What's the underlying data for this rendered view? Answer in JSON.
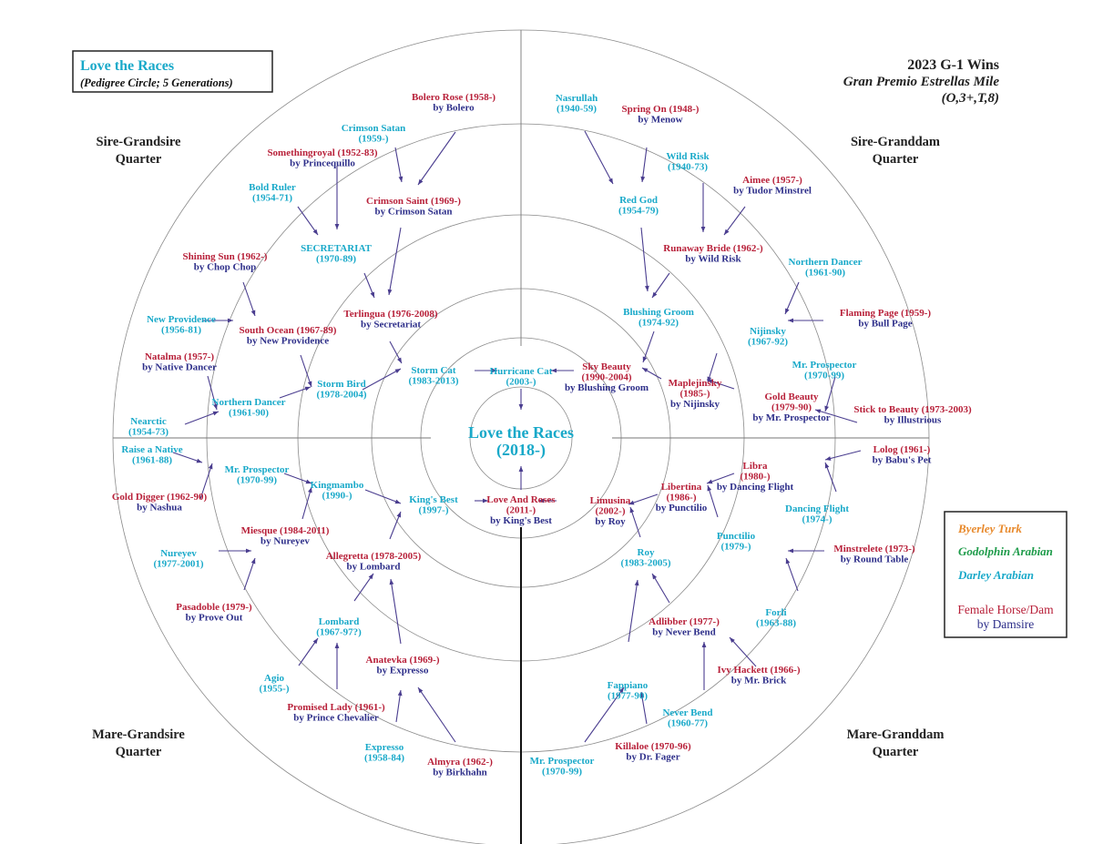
{
  "header": {
    "title": "Love the Races",
    "subtitle": "(Pedigree Circle; 5 Generations)"
  },
  "race": {
    "line1": "2023 G-1 Wins",
    "line2": "Gran Premio Estrellas Mile",
    "line3": "(O,3+,T,8)"
  },
  "quarters": {
    "sire_grandsire": [
      "Sire-Grandsire",
      "Quarter"
    ],
    "sire_granddam": [
      "Sire-Granddam",
      "Quarter"
    ],
    "mare_grandsire": [
      "Mare-Grandsire",
      "Quarter"
    ],
    "mare_granddam": [
      "Mare-Granddam",
      "Quarter"
    ]
  },
  "subject": {
    "name": "Love the Races",
    "years": "(2018-)"
  },
  "legend": {
    "byerley": "Byerley Turk",
    "godolphin": "Godolphin Arabian",
    "darley": "Darley Arabian",
    "female": "Female Horse/Dam",
    "damsire": "by Damsire",
    "colors": {
      "byerley": "#e8892b",
      "godolphin": "#1e9b4a",
      "darley": "#19a9c9",
      "female": "#b8213a",
      "damsire": "#2e2f8a"
    }
  },
  "horses": [
    {
      "sex": "m",
      "lines": [
        "Hurricane Cat",
        "(2003-)"
      ]
    },
    {
      "sex": "f",
      "lines": [
        "Love And Roses",
        "(2011-)",
        "by King's Best"
      ]
    },
    {
      "sex": "m",
      "lines": [
        "Storm Cat",
        "(1983-2013)"
      ]
    },
    {
      "sex": "f",
      "lines": [
        "Sky Beauty",
        "(1990-2004)",
        "by Blushing Groom"
      ]
    },
    {
      "sex": "m",
      "lines": [
        "King's Best",
        "(1997-)"
      ]
    },
    {
      "sex": "f",
      "lines": [
        "Limusina",
        "(2002-)",
        "by Roy"
      ]
    },
    {
      "sex": "m",
      "lines": [
        "Storm Bird",
        "(1978-2004)"
      ]
    },
    {
      "sex": "f",
      "lines": [
        "Terlingua (1976-2008)",
        "by Secretariat"
      ]
    },
    {
      "sex": "m",
      "lines": [
        "Blushing Groom",
        "(1974-92)"
      ]
    },
    {
      "sex": "f",
      "lines": [
        "Maplejinsky",
        "(1985-)",
        "by Nijinsky"
      ]
    },
    {
      "sex": "m",
      "lines": [
        "Kingmambo",
        "(1990-)"
      ]
    },
    {
      "sex": "f",
      "lines": [
        "Allegretta (1978-2005)",
        "by Lombard"
      ]
    },
    {
      "sex": "m",
      "lines": [
        "Roy",
        "(1983-2005)"
      ]
    },
    {
      "sex": "f",
      "lines": [
        "Libertina",
        "(1986-)",
        "by Punctilio"
      ]
    },
    {
      "sex": "m",
      "lines": [
        "Northern Dancer",
        "(1961-90)"
      ]
    },
    {
      "sex": "f",
      "lines": [
        "South Ocean (1967-89)",
        "by New Providence"
      ]
    },
    {
      "sex": "m",
      "lines": [
        "SECRETARIAT",
        "(1970-89)"
      ]
    },
    {
      "sex": "f",
      "lines": [
        "Crimson Saint (1969-)",
        "by Crimson Satan"
      ]
    },
    {
      "sex": "m",
      "lines": [
        "Red God",
        "(1954-79)"
      ]
    },
    {
      "sex": "f",
      "lines": [
        "Runaway Bride (1962-)",
        "by Wild Risk"
      ]
    },
    {
      "sex": "m",
      "lines": [
        "Nijinsky",
        "(1967-92)"
      ]
    },
    {
      "sex": "f",
      "lines": [
        "Gold Beauty",
        "(1979-90)",
        "by Mr. Prospector"
      ]
    },
    {
      "sex": "m",
      "lines": [
        "Mr. Prospector",
        "(1970-99)"
      ]
    },
    {
      "sex": "f",
      "lines": [
        "Miesque (1984-2011)",
        "by Nureyev"
      ]
    },
    {
      "sex": "m",
      "lines": [
        "Lombard",
        "(1967-97?)"
      ]
    },
    {
      "sex": "f",
      "lines": [
        "Anatevka (1969-)",
        "by Expresso"
      ]
    },
    {
      "sex": "m",
      "lines": [
        "Fappiano",
        "(1977-90)"
      ]
    },
    {
      "sex": "f",
      "lines": [
        "Adlibber (1977-)",
        "by Never Bend"
      ]
    },
    {
      "sex": "m",
      "lines": [
        "Punctilio",
        "(1979-)"
      ]
    },
    {
      "sex": "f",
      "lines": [
        "Libra",
        "(1980-)",
        "by Dancing Flight"
      ]
    },
    {
      "sex": "m",
      "lines": [
        "Nearctic",
        "(1954-73)"
      ]
    },
    {
      "sex": "f",
      "lines": [
        "Natalma (1957-)",
        "by Native Dancer"
      ]
    },
    {
      "sex": "m",
      "lines": [
        "New Providence",
        "(1956-81)"
      ]
    },
    {
      "sex": "f",
      "lines": [
        "Shining Sun (1962-)",
        "by Chop Chop"
      ]
    },
    {
      "sex": "m",
      "lines": [
        "Bold Ruler",
        "(1954-71)"
      ]
    },
    {
      "sex": "f",
      "lines": [
        "Somethingroyal (1952-83)",
        "by Princequillo"
      ]
    },
    {
      "sex": "m",
      "lines": [
        "Crimson Satan",
        "(1959-)"
      ]
    },
    {
      "sex": "f",
      "lines": [
        "Bolero Rose (1958-)",
        "by Bolero"
      ]
    },
    {
      "sex": "m",
      "lines": [
        "Nasrullah",
        "(1940-59)"
      ]
    },
    {
      "sex": "f",
      "lines": [
        "Spring On (1948-)",
        "by Menow"
      ]
    },
    {
      "sex": "m",
      "lines": [
        "Wild Risk",
        "(1940-73)"
      ]
    },
    {
      "sex": "f",
      "lines": [
        "Aimee (1957-)",
        "by Tudor Minstrel"
      ]
    },
    {
      "sex": "m",
      "lines": [
        "Northern Dancer",
        "(1961-90)"
      ]
    },
    {
      "sex": "f",
      "lines": [
        "Flaming Page (1959-)",
        "by Bull Page"
      ]
    },
    {
      "sex": "m",
      "lines": [
        "Mr. Prospector",
        "(1970-99)"
      ]
    },
    {
      "sex": "f",
      "lines": [
        "Stick to Beauty (1973-2003)",
        "by Illustrious"
      ]
    },
    {
      "sex": "f",
      "lines": [
        "Lolog (1961-)",
        "by Babu's Pet"
      ]
    },
    {
      "sex": "m",
      "lines": [
        "Dancing Flight",
        "(1974-)"
      ]
    },
    {
      "sex": "f",
      "lines": [
        "Minstrelete (1973-)",
        "by Round Table"
      ]
    },
    {
      "sex": "m",
      "lines": [
        "Forli",
        "(1963-88)"
      ]
    },
    {
      "sex": "f",
      "lines": [
        "Ivy Hackett (1966-)",
        "by Mr. Brick"
      ]
    },
    {
      "sex": "m",
      "lines": [
        "Never Bend",
        "(1960-77)"
      ]
    },
    {
      "sex": "f",
      "lines": [
        "Killaloe (1970-96)",
        "by Dr. Fager"
      ]
    },
    {
      "sex": "m",
      "lines": [
        "Mr. Prospector",
        "(1970-99)"
      ]
    },
    {
      "sex": "m",
      "lines": [
        "Raise a Native",
        "(1961-88)"
      ]
    },
    {
      "sex": "f",
      "lines": [
        "Gold Digger (1962-90)",
        "by Nashua"
      ]
    },
    {
      "sex": "m",
      "lines": [
        "Nureyev",
        "(1977-2001)"
      ]
    },
    {
      "sex": "f",
      "lines": [
        "Pasadoble (1979-)",
        "by Prove Out"
      ]
    },
    {
      "sex": "m",
      "lines": [
        "Agio",
        "(1955-)"
      ]
    },
    {
      "sex": "f",
      "lines": [
        "Promised Lady (1961-)",
        "by Prince Chevalier"
      ]
    },
    {
      "sex": "m",
      "lines": [
        "Expresso",
        "(1958-84)"
      ]
    },
    {
      "sex": "f",
      "lines": [
        "Almyra (1962-)",
        "by Birkhahn"
      ]
    }
  ]
}
